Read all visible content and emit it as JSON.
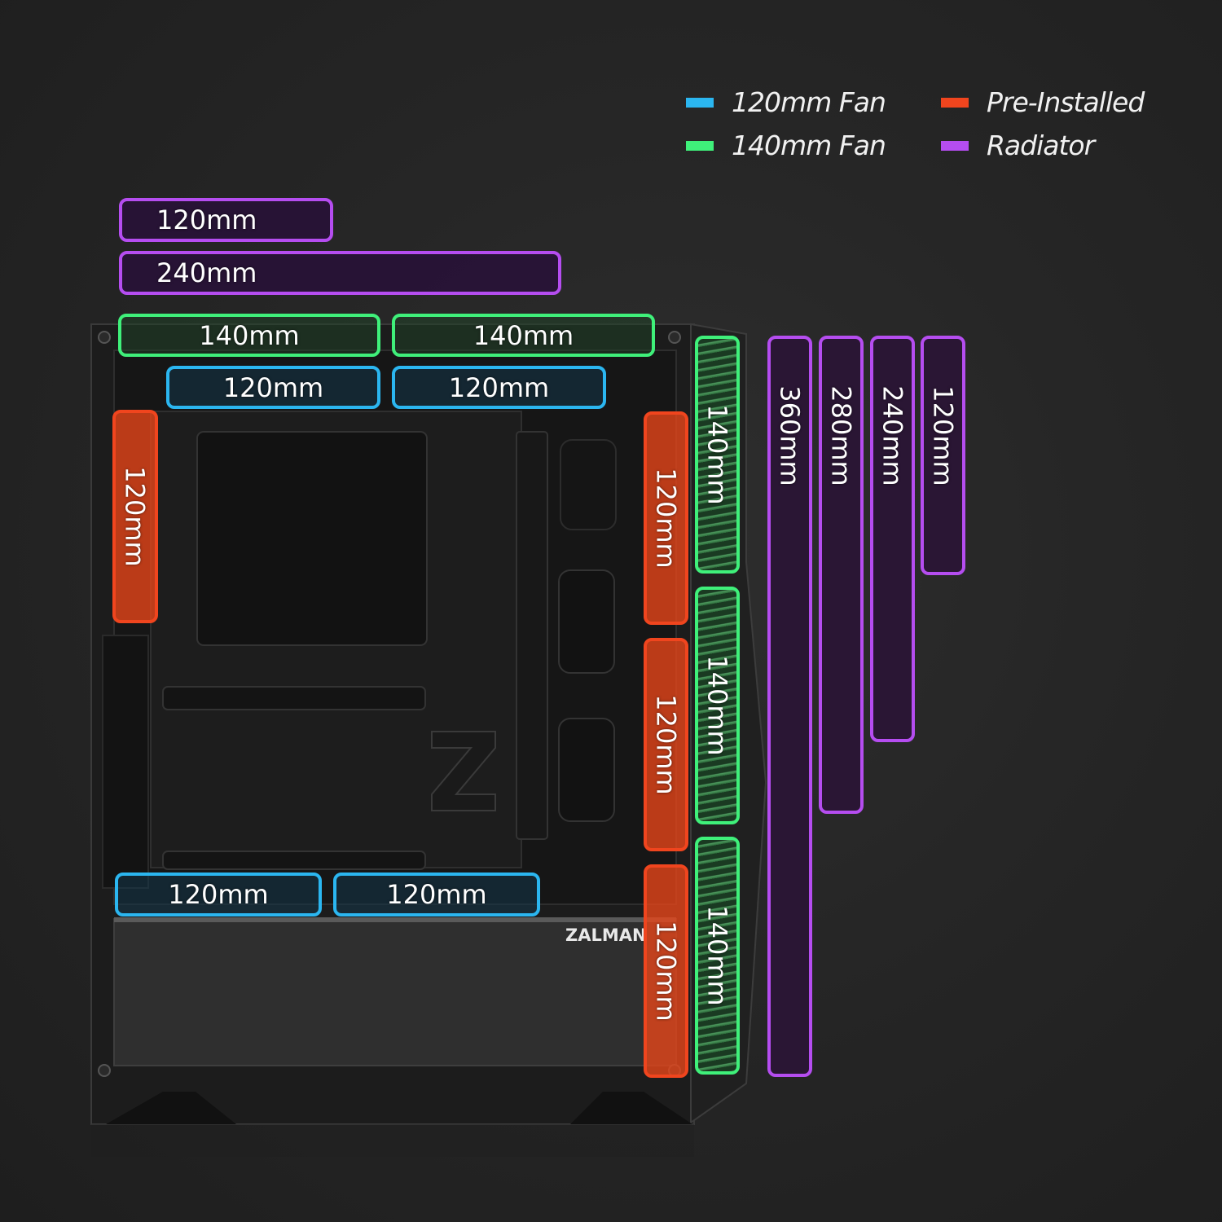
{
  "legend": [
    {
      "label": "120mm Fan",
      "color": "#2bb6f0"
    },
    {
      "label": "Pre-Installed",
      "color": "#f0451e"
    },
    {
      "label": "140mm Fan",
      "color": "#3ff07a"
    },
    {
      "label": "Radiator",
      "color": "#b54df0"
    }
  ],
  "top": {
    "radiator_120": "120mm",
    "radiator_240": "240mm",
    "fan_140_a": "140mm",
    "fan_140_b": "140mm",
    "fan_120_a": "120mm",
    "fan_120_b": "120mm"
  },
  "rear": {
    "fan_120": "120mm"
  },
  "bottom": {
    "fan_120_a": "120mm",
    "fan_120_b": "120mm"
  },
  "front": {
    "preinstalled": [
      "120mm",
      "120mm",
      "120mm"
    ],
    "fan_140": [
      "140mm",
      "140mm",
      "140mm"
    ],
    "radiators": [
      "360mm",
      "280mm",
      "240mm",
      "120mm"
    ]
  },
  "brand": "ZALMAN"
}
